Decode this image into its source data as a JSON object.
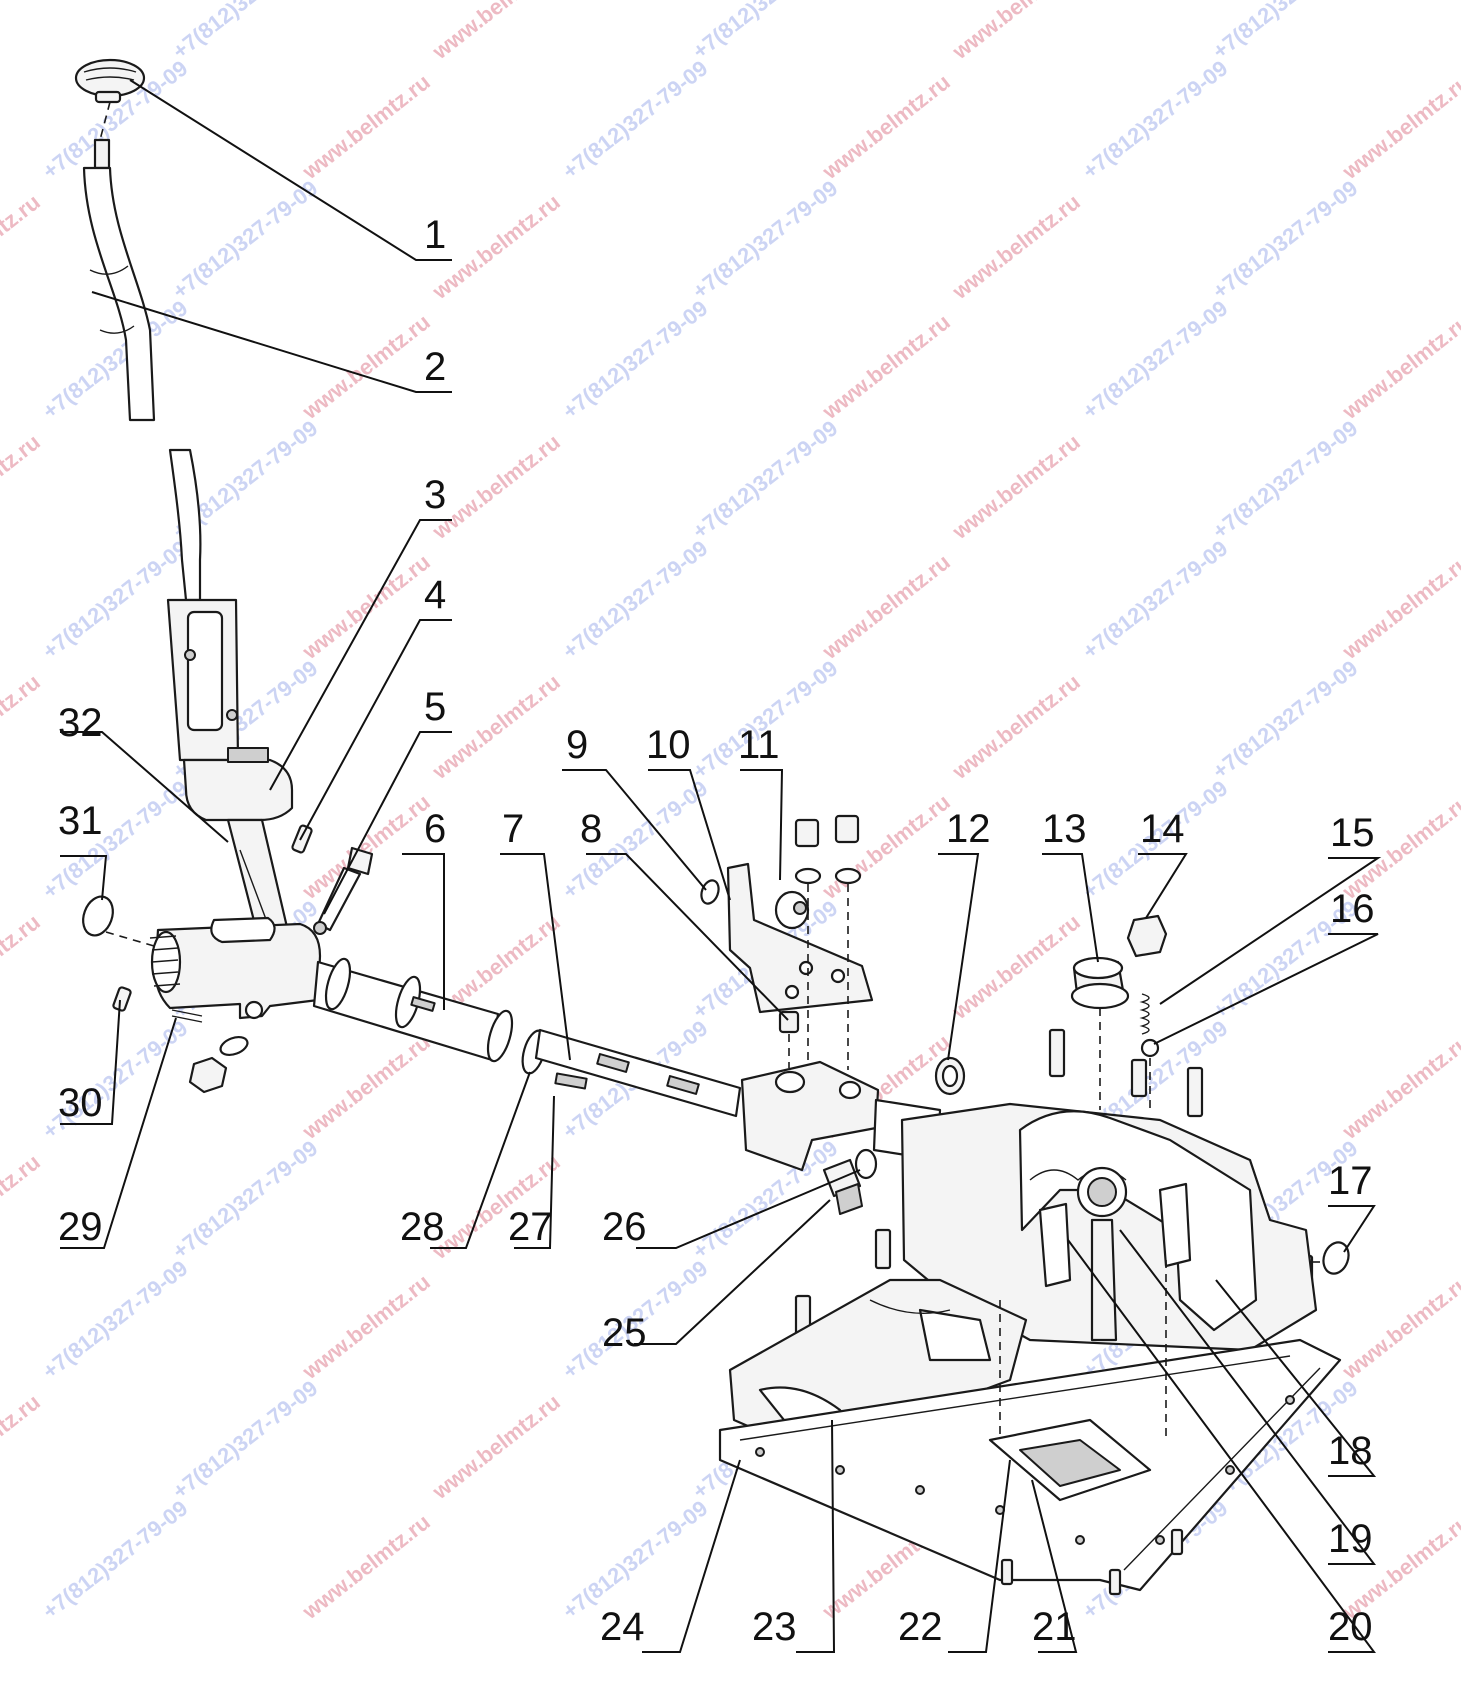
{
  "watermarks": {
    "url": "www.belmtz.ru",
    "phone": "+7(812)327-79-09"
  },
  "callouts": {
    "c1": "1",
    "c2": "2",
    "c3": "3",
    "c4": "4",
    "c5": "5",
    "c6": "6",
    "c7": "7",
    "c8": "8",
    "c9": "9",
    "c10": "10",
    "c11": "11",
    "c12": "12",
    "c13": "13",
    "c14": "14",
    "c15": "15",
    "c16": "16",
    "c17": "17",
    "c18": "18",
    "c19": "19",
    "c20": "20",
    "c21": "21",
    "c22": "22",
    "c23": "23",
    "c24": "24",
    "c25": "25",
    "c26": "26",
    "c27": "27",
    "c28": "28",
    "c29": "29",
    "c30": "30",
    "c31": "31",
    "c32": "32"
  }
}
